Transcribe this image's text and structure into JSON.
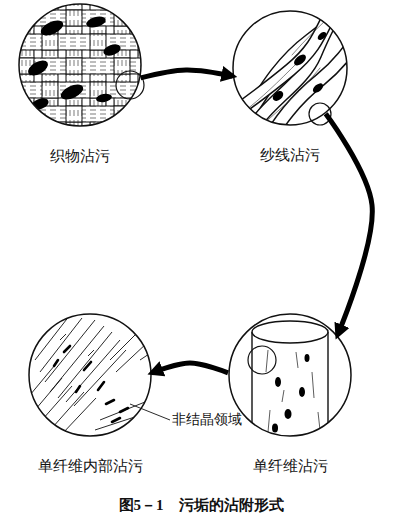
{
  "diagram": {
    "caption": "图5－1　污垢的沾附形式",
    "nodes": [
      {
        "text": [
          "织物沾污"
        ]
      },
      {
        "text": [
          "纱线沾污"
        ]
      },
      {
        "text": [
          "单纤维沾污"
        ]
      },
      {
        "text": [
          "单纤维内部沾污"
        ]
      }
    ],
    "edges": [
      {
        "from": 0,
        "to": 1,
        "arrow": "to"
      },
      {
        "from": 1,
        "to": 2,
        "arrow": "to"
      },
      {
        "from": 2,
        "to": 3,
        "arrow": "to"
      }
    ],
    "labels": [
      "非结晶领域"
    ]
  }
}
